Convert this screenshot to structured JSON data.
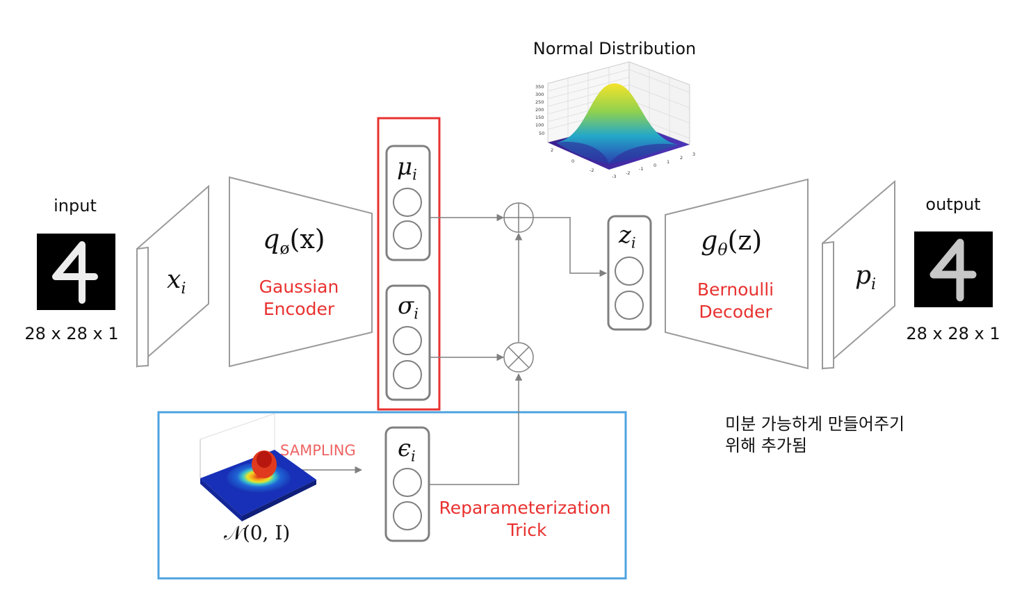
{
  "top": {
    "title": "Normal Distribution"
  },
  "input": {
    "label": "input",
    "dims": "28 x 28 x 1",
    "digit": "4"
  },
  "output": {
    "label": "output",
    "dims": "28 x 28 x 1",
    "digit": "4"
  },
  "encoder": {
    "x_var": "x",
    "x_sub": "i",
    "func": "q",
    "func_sub": "ø",
    "func_arg": "(x)",
    "name_line1": "Gaussian",
    "name_line2": "Encoder"
  },
  "latent": {
    "mu": "μ",
    "mu_sub": "i",
    "sigma": "σ",
    "sigma_sub": "i",
    "eps": "ϵ",
    "eps_sub": "i",
    "z": "z",
    "z_sub": "i"
  },
  "decoder": {
    "func": "g",
    "func_sub": "θ",
    "func_arg": "(z)",
    "name_line1": "Bernoulli",
    "name_line2": "Decoder",
    "p_var": "p",
    "p_sub": "i"
  },
  "sampling": {
    "label": "SAMPLING",
    "dist": "𝒩(0, I)",
    "trick_line1": "Reparameterization",
    "trick_line2": "Trick"
  },
  "note": {
    "line1": "미분 가능하게 만들어주기",
    "line2": "위해 추가됨"
  },
  "plot_ticks": {
    "z": [
      "350",
      "300",
      "250",
      "200",
      "150",
      "100",
      "50"
    ],
    "x": [
      "-3",
      "-2",
      "-1",
      "0",
      "1",
      "2",
      "3"
    ],
    "y": [
      "2",
      "0",
      "-2"
    ]
  },
  "colors": {
    "highlight_red": "#e8312f",
    "highlight_blue": "#4da3e0",
    "text_red": "#e8312f",
    "line_gray": "#7f7f7f"
  }
}
